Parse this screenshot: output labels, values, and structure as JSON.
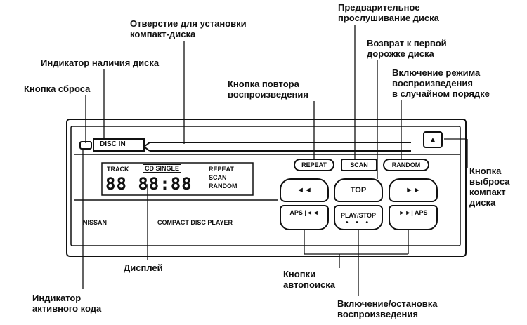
{
  "callouts": {
    "disc_slot": "Отверстие для установки\nкомпакт-диска",
    "preview": "Предварительное\nпрослушивание диска",
    "disc_indicator": "Индикатор наличия диска",
    "return_first": "Возврат к первой\nдорожке диска",
    "random_mode": "Включение режима\nвоспроизведения\nв случайном порядке",
    "reset_button": "Кнопка сброса",
    "repeat_button": "Кнопка повтора\nвоспроизведения",
    "eject_button": "Кнопка\nвыброса\nкомпакт\nдиска",
    "display": "Дисплей",
    "autosearch": "Кнопки\nавтопоиска",
    "active_code": "Индикатор\nактивного кода",
    "play_stop": "Включение/остановка\nвоспроизведения"
  },
  "panel": {
    "disc_in": "DISC IN",
    "track": "TRACK",
    "cd_single": "CD SINGLE",
    "repeat_ind": "REPEAT",
    "scan_ind": "SCAN",
    "random_ind": "RANDOM",
    "digits": "88 88:88",
    "brand": "NISSAN",
    "model": "COMPACT DISC PLAYER"
  },
  "buttons": {
    "repeat": "REPEAT",
    "scan": "SCAN",
    "random": "RANDOM",
    "rewind": "◄◄",
    "top": "TOP",
    "forward": "►►",
    "aps_back": "APS |◄◄",
    "play_stop": "PLAY/STOP",
    "play_dots": "• • •",
    "aps_forward": "►►| APS",
    "eject": "▲"
  }
}
